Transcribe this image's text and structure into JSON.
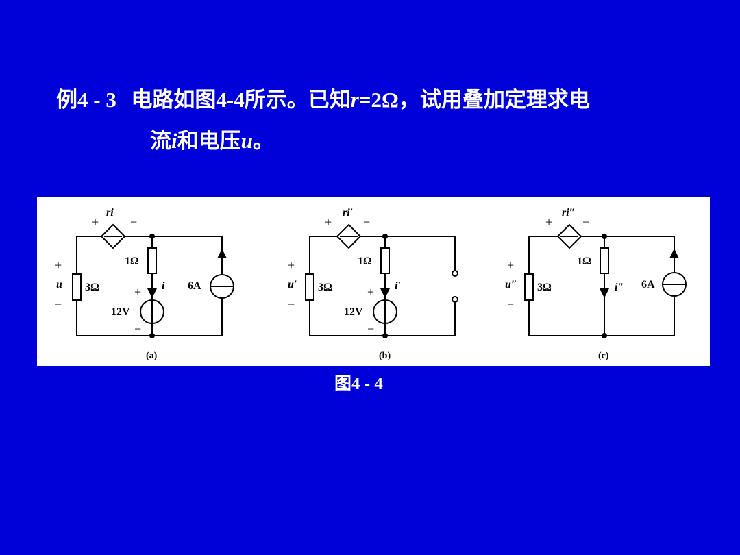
{
  "title": {
    "line1_p1": "例",
    "line1_p2": "4 - 3",
    "line1_p3": "电路如图",
    "line1_p4": "4-4",
    "line1_p5": "所示。已知",
    "line1_p6": "r",
    "line1_p7": "=2Ω",
    "line1_p8": "，试用叠加定理求电",
    "line2_p1": "流",
    "line2_p2": "i",
    "line2_p3": "和电压",
    "line2_p4": "u",
    "line2_p5": "。"
  },
  "caption": {
    "p1": "图",
    "p2": "4 - 4"
  },
  "circuits": [
    {
      "sublabel": "(a)",
      "dep_source": "ri",
      "current_label": "i",
      "voltage_label": "u",
      "res_left": "3Ω",
      "res_mid": "1Ω",
      "vsource": "12V",
      "csource": "6A"
    },
    {
      "sublabel": "(b)",
      "dep_source": "ri′",
      "current_label": "i′",
      "voltage_label": "u′",
      "res_left": "3Ω",
      "res_mid": "1Ω",
      "vsource": "12V"
    },
    {
      "sublabel": "(c)",
      "dep_source": "ri″",
      "current_label": "i″",
      "voltage_label": "u″",
      "res_left": "3Ω",
      "res_mid": "1Ω",
      "csource": "6A"
    }
  ],
  "signs": {
    "plus": "+",
    "minus": "−"
  }
}
